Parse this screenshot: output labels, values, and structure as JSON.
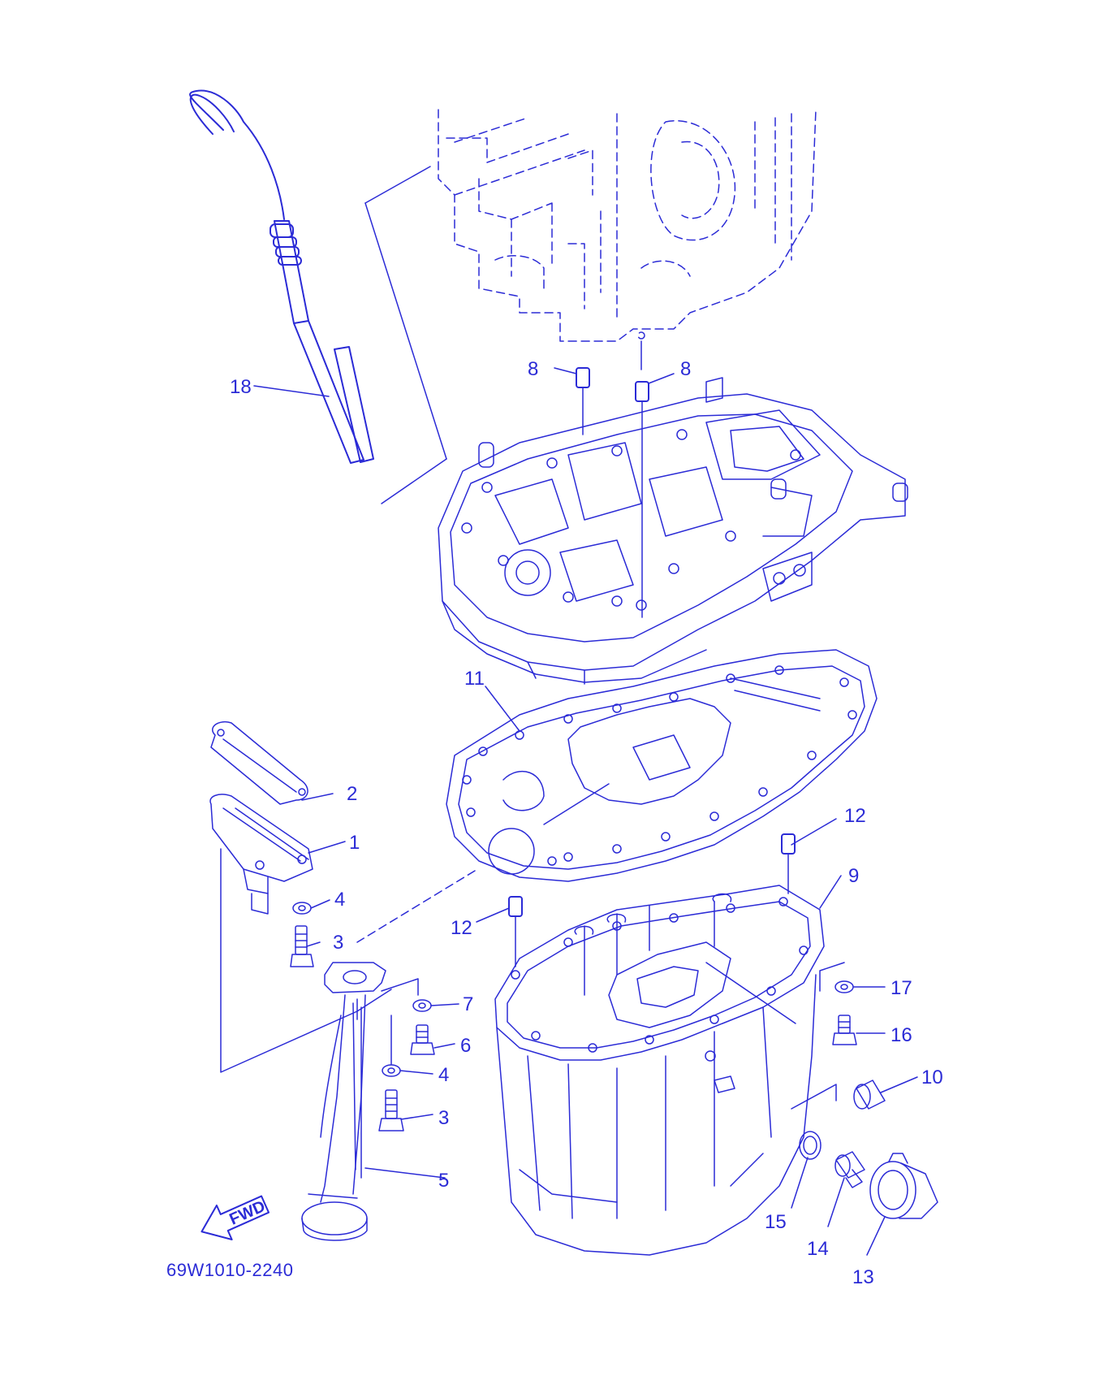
{
  "colors": {
    "ink": "#2b2bd6",
    "background": "#ffffff"
  },
  "diagram": {
    "part_number": "69W1010-2240",
    "direction_arrow": {
      "label": "FWD",
      "icon": "forward-arrow-icon"
    },
    "callouts": {
      "c1": "1",
      "c2": "2",
      "c3a": "3",
      "c3b": "3",
      "c4a": "4",
      "c4b": "4",
      "c5": "5",
      "c6": "6",
      "c7": "7",
      "c8a": "8",
      "c8b": "8",
      "c9": "9",
      "c10": "10",
      "c11": "11",
      "c12a": "12",
      "c12b": "12",
      "c13": "13",
      "c14": "14",
      "c15": "15",
      "c16": "16",
      "c17": "17",
      "c18": "18"
    }
  }
}
